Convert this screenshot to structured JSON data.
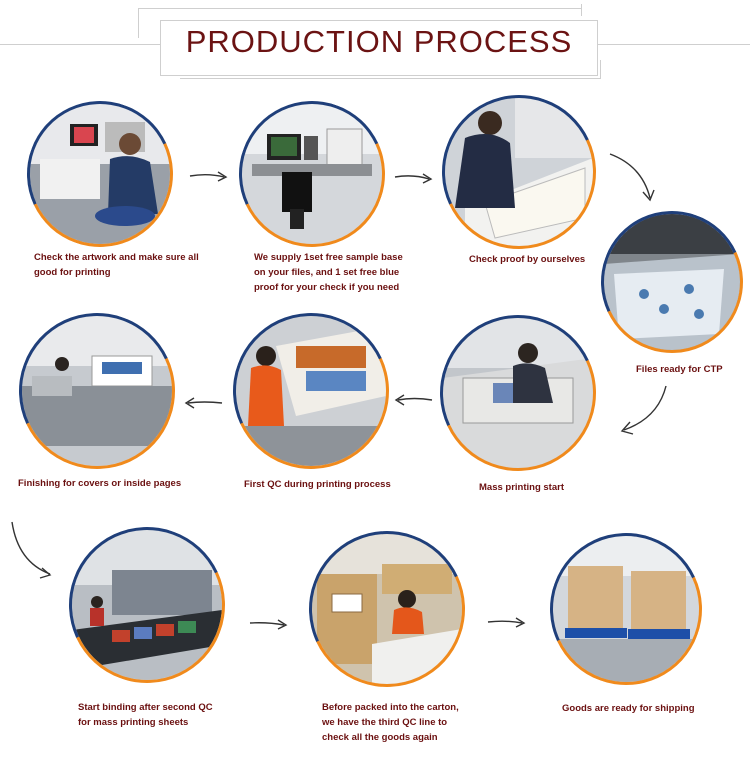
{
  "title": "PRODUCTION PROCESS",
  "steps": [
    {
      "caption_lines": [
        "Check the artwork and make sure all",
        "good for printing"
      ],
      "scene": "artwork-check-photo"
    },
    {
      "caption_lines": [
        "We supply 1set free sample base",
        "on your files, and 1 set free blue",
        "proof for your check if you need"
      ],
      "scene": "sample-proof-photo"
    },
    {
      "caption_lines": [
        "Check proof by ourselves"
      ],
      "scene": "proof-check-photo"
    },
    {
      "caption_lines": [
        "Files ready for CTP"
      ],
      "scene": "ctp-plate-photo"
    },
    {
      "caption_lines": [
        "Mass printing start"
      ],
      "scene": "mass-printing-photo"
    },
    {
      "caption_lines": [
        "First QC during printing process"
      ],
      "scene": "first-qc-photo"
    },
    {
      "caption_lines": [
        "Finishing for covers or inside pages"
      ],
      "scene": "finishing-photo"
    },
    {
      "caption_lines": [
        "Start binding after second QC",
        "for mass printing sheets"
      ],
      "scene": "binding-line-photo"
    },
    {
      "caption_lines": [
        "Before packed into the carton,",
        "we have the third QC line to",
        "check all the goods again"
      ],
      "scene": "packing-photo"
    },
    {
      "caption_lines": [
        "Goods are ready for shipping"
      ],
      "scene": "pallet-shipping-photo"
    }
  ],
  "colors": {
    "title": "#6b1313",
    "caption": "#6b1010",
    "ring_blue": "#1f3f7a",
    "ring_orange": "#f08a1c",
    "arrow": "#333333"
  }
}
